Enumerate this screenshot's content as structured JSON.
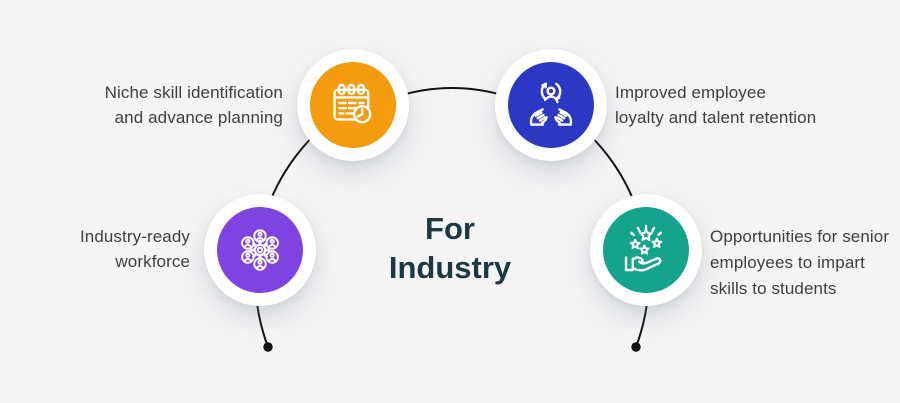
{
  "title": {
    "lines": [
      "For",
      "Industry"
    ]
  },
  "colors": {
    "background": "#F4F4F5",
    "connector": "#121212",
    "title": "#1C3943",
    "label": "#3E3E40"
  },
  "items": [
    {
      "name": "niche-skill-planning",
      "icon": "calendar-clock-icon",
      "color": "#F59B0E",
      "lines": [
        "Niche skill identification",
        "and advance planning"
      ]
    },
    {
      "name": "employee-loyalty",
      "icon": "hands-person-cycle-icon",
      "color": "#2B38C4",
      "lines": [
        "Improved employee",
        "loyalty and talent retention"
      ]
    },
    {
      "name": "industry-ready-workforce",
      "icon": "team-gear-icon",
      "color": "#7F43E2",
      "lines": [
        "Industry-ready",
        "workforce"
      ]
    },
    {
      "name": "senior-mentorship",
      "icon": "hand-stars-icon",
      "color": "#14A48B",
      "lines": [
        "Opportunities for senior",
        "employees to impart",
        "skills to students"
      ]
    }
  ]
}
